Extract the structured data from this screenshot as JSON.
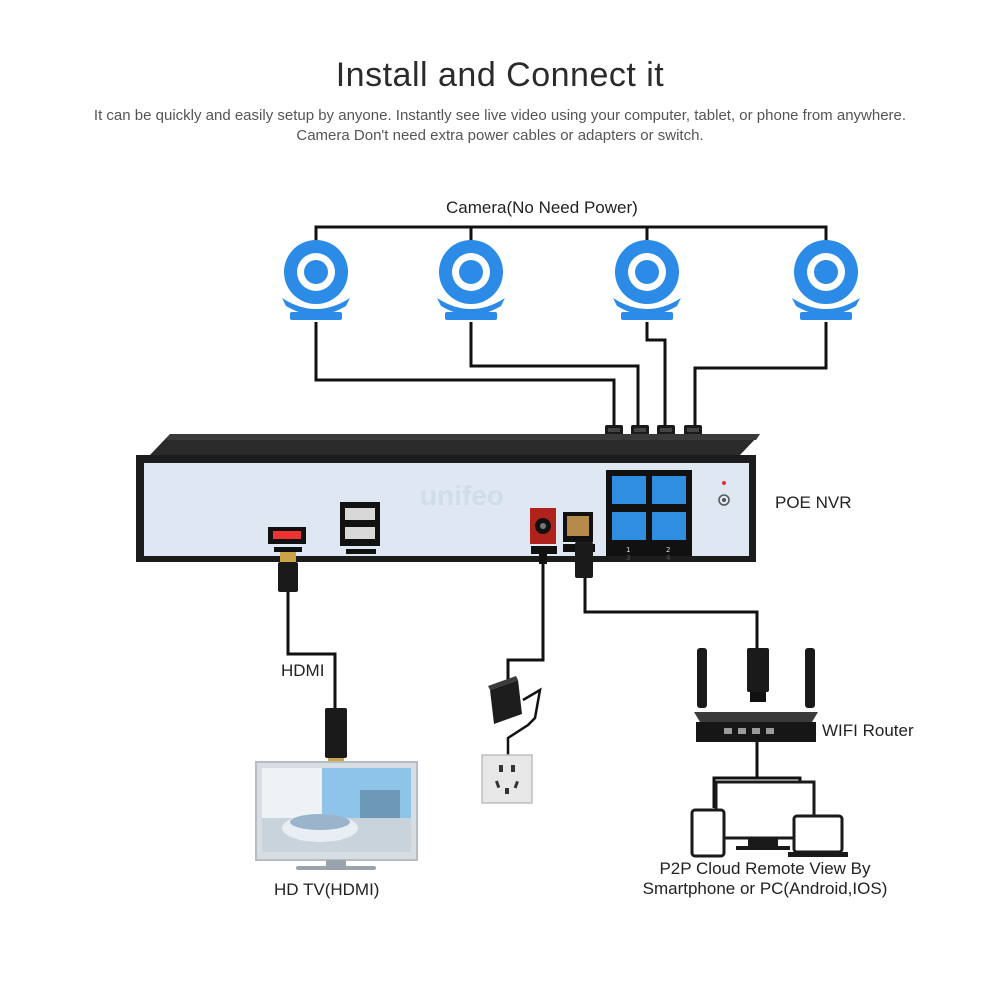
{
  "header": {
    "title": "Install and Connect it",
    "subtitle_line1": "It can be quickly and easily setup by anyone. Instantly see live video using your computer, tablet, or phone from anywhere.",
    "subtitle_line2": "Camera Don't need extra power cables or adapters or switch."
  },
  "labels": {
    "camera": "Camera(No Need Power)",
    "nvr": "POE NVR",
    "hdmi": "HDMI",
    "router": "WIFI Router",
    "tv": "HD TV(HDMI)",
    "p2p_line1": "P2P Cloud Remote View By",
    "p2p_line2": "Smartphone or PC(Android,IOS)"
  },
  "nvr_panel": {
    "port_numbers": [
      "1",
      "2",
      "3",
      "4"
    ]
  },
  "colors": {
    "camera_blue": "#2b8be6",
    "ethernet_blue": "#2f8ee0",
    "cable_black": "#111111",
    "nvr_front": "#dfe8f2",
    "nvr_body": "#1c1c1c"
  },
  "icons": {
    "camera": "camera-icon",
    "hdmi_port": "hdmi-port-icon",
    "usb_port": "usb-port-icon",
    "power_adapter": "power-adapter-icon",
    "wall_socket": "wall-socket-icon",
    "router": "router-icon",
    "tv": "tv-icon",
    "devices": "devices-icon"
  }
}
